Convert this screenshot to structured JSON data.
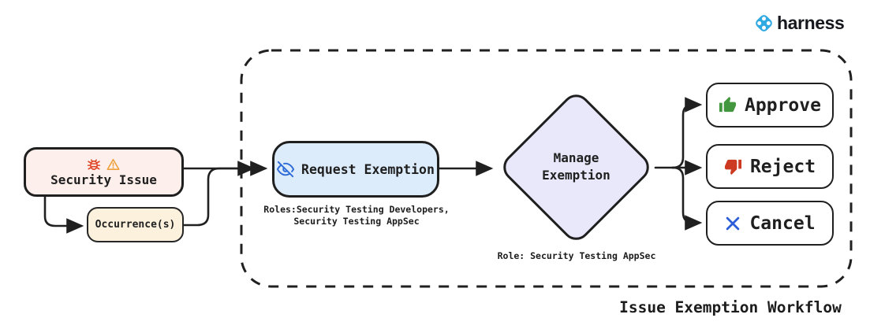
{
  "brand": {
    "name": "harness"
  },
  "workflow": {
    "title": "Issue Exemption Workflow",
    "nodes": {
      "security_issue": {
        "label": "Security Issue"
      },
      "occurrences": {
        "label": "Occurrence(s)"
      },
      "request_exemption": {
        "label": "Request Exemption",
        "roles_caption_line1": "Roles:Security Testing Developers,",
        "roles_caption_line2": "Security Testing AppSec"
      },
      "manage_exemption": {
        "label_line1": "Manage",
        "label_line2": "Exemption",
        "role_caption": "Role: Security Testing AppSec"
      },
      "approve": {
        "label": "Approve"
      },
      "reject": {
        "label": "Reject"
      },
      "cancel": {
        "label": "Cancel"
      }
    },
    "icons": {
      "security_issue": [
        "bug-icon",
        "warning-icon"
      ],
      "request_exemption": "eye-off-icon",
      "approve": "thumbs-up-icon",
      "reject": "thumbs-down-icon",
      "cancel": "x-icon"
    },
    "colors": {
      "security_issue_fill": "#fdf0ec",
      "occurrences_fill": "#fbf1dc",
      "request_exemption_fill": "#ddecfb",
      "manage_exemption_fill": "#e9e8fb",
      "action_fill": "#ffffff",
      "stroke": "#1f1f1f",
      "bug_red": "#df4526",
      "warning_orange": "#eda13d",
      "eye_blue": "#2e6bd8",
      "approve_green": "#43973f",
      "reject_red": "#cc3a22",
      "cancel_blue": "#2b5ed7",
      "brand_blue": "#2fa9e2"
    }
  }
}
